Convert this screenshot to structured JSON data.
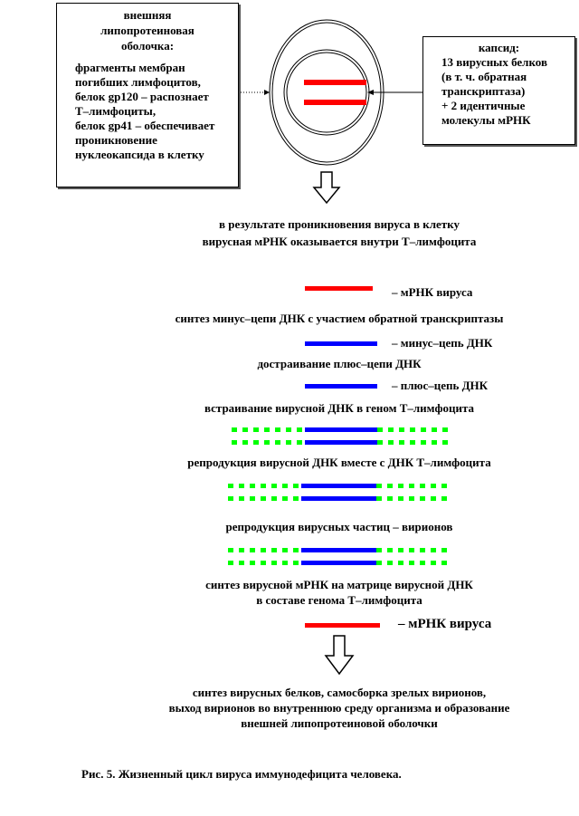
{
  "left_box": {
    "title": [
      "внешняя",
      "липопротеиновая",
      "оболочка:"
    ],
    "lines": [
      "фрагменты мембран",
      "погибших  лимфоцитов,",
      "белок gp120 – распознает",
      "Т–лимфоциты,",
      "белок gp41 – обеспечивает",
      "проникновение",
      "нуклеокапсида в клетку"
    ]
  },
  "right_box": {
    "title": "капсид:",
    "lines": [
      "13 вирусных  белков",
      "(в т. ч. обратная",
      "транскриптаза)",
      "+ 2 идентичные",
      "молекулы мРНК"
    ]
  },
  "steps": {
    "entry": [
      "в результате проникновения вируса в клетку",
      "вирусная мРНК оказывается внутри Т–лимфоцита"
    ],
    "mrna_label": "– мРНК вируса",
    "minus_synthesis": "синтез минус–цепи ДНК с участием обратной транскриптазы",
    "minus_label": "– минус–цепь ДНК",
    "plus_completion": "достраивание плюс–цепи ДНК",
    "plus_label": "– плюс–цепь ДНК",
    "integration": "встраивание вирусной ДНК в геном Т–лимфоцита",
    "replication": "репродукция  вирусной ДНК вместе с ДНК Т–лимфоцита",
    "virion_repro": "репродукция  вирусных частиц – вирионов",
    "transcription": [
      "синтез вирусной мРНК на матрице вирусной ДНК",
      "в составе генома Т–лимфоцита"
    ],
    "mrna_label2": "– мРНК вируса",
    "final": [
      "синтез вирусных белков, самосборка зрелых вирионов,",
      "выход вирионов во внутреннюю среду организма и образование",
      "внешней липопротеиновой оболочки"
    ]
  },
  "caption": "Рис. 5. Жизненный цикл вируса иммунодефицита человека.",
  "colors": {
    "rna": "#ff0000",
    "viral_dna": "#0000ff",
    "host_dna": "#00ff00"
  }
}
